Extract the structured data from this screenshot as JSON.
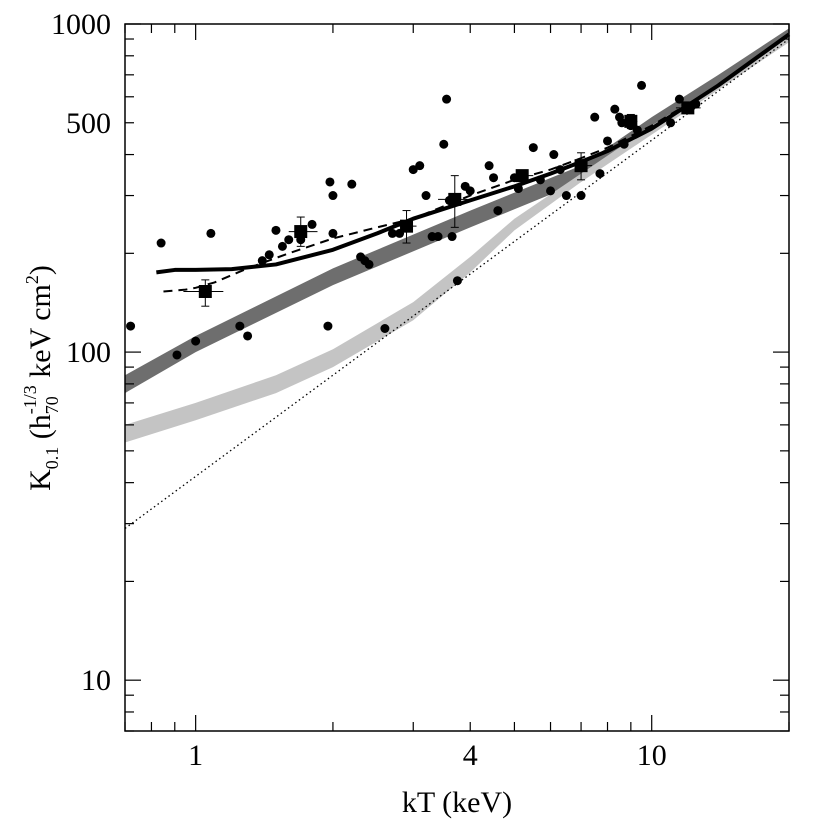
{
  "chart_data": {
    "type": "scatter",
    "xscale": "log",
    "yscale": "log",
    "xlim": [
      0.7,
      20
    ],
    "ylim": [
      7,
      1000
    ],
    "xlabel": "kT (keV)",
    "ylabel": {
      "main": "K",
      "sub": "0.1",
      "open": " (h",
      "h_sub": "70",
      "h_sup": "-1/3",
      "mid": " keV cm",
      "cm_sup": "2",
      "close": ")"
    },
    "x_ticks": [
      {
        "value": 1,
        "label": "1"
      },
      {
        "value": 4,
        "label": "4"
      },
      {
        "value": 10,
        "label": "10"
      }
    ],
    "y_ticks": [
      {
        "value": 10,
        "label": "10"
      },
      {
        "value": 100,
        "label": "100"
      },
      {
        "value": 500,
        "label": "500"
      },
      {
        "value": 1000,
        "label": "1000"
      }
    ],
    "series": [
      {
        "kind": "band",
        "color": "#6e6e6e",
        "x": [
          0.7,
          1,
          2,
          4,
          7,
          10,
          14,
          20
        ],
        "y_low": [
          75,
          100,
          160,
          240,
          330,
          470,
          640,
          900
        ],
        "y_high": [
          85,
          112,
          180,
          270,
          370,
          520,
          700,
          970
        ]
      },
      {
        "kind": "band",
        "color": "#c4c4c4",
        "x": [
          0.7,
          1,
          1.5,
          2,
          3,
          4,
          5,
          7,
          10,
          14,
          20
        ],
        "y_low": [
          53,
          62,
          75,
          90,
          125,
          175,
          235,
          330,
          460,
          630,
          880
        ],
        "y_high": [
          60,
          70,
          85,
          102,
          142,
          195,
          255,
          350,
          490,
          660,
          920
        ]
      },
      {
        "kind": "line",
        "style": "dotted",
        "color": "#000000",
        "x": [
          0.7,
          20
        ],
        "y": [
          29,
          900
        ]
      },
      {
        "kind": "line",
        "style": "solid",
        "color": "#000000",
        "x": [
          0.82,
          0.9,
          1,
          1.2,
          1.5,
          2,
          2.5,
          3,
          4,
          5,
          6,
          7,
          8,
          10,
          14,
          20
        ],
        "y": [
          175,
          178,
          178,
          179,
          185,
          205,
          230,
          255,
          290,
          320,
          350,
          380,
          410,
          480,
          650,
          930
        ]
      },
      {
        "kind": "line",
        "style": "dashed",
        "color": "#000000",
        "x": [
          0.85,
          0.95,
          1,
          1.1,
          1.3,
          1.6,
          2,
          2.5,
          3,
          4,
          5,
          6,
          7,
          8,
          10,
          12
        ],
        "y": [
          153,
          155,
          157,
          163,
          180,
          200,
          222,
          240,
          255,
          300,
          335,
          360,
          390,
          420,
          490,
          570
        ]
      },
      {
        "kind": "points",
        "marker": "circle",
        "color": "#000000",
        "x": [
          0.72,
          0.84,
          0.91,
          1.0,
          1.08,
          1.25,
          1.3,
          1.4,
          1.45,
          1.5,
          1.55,
          1.6,
          1.7,
          1.8,
          1.95,
          1.97,
          2.0,
          2.0,
          2.2,
          2.3,
          2.35,
          2.4,
          2.6,
          2.7,
          2.8,
          3.0,
          3.1,
          3.2,
          3.3,
          3.4,
          3.5,
          3.55,
          3.6,
          3.65,
          3.75,
          3.9,
          4.0,
          4.4,
          4.5,
          4.6,
          5.0,
          5.1,
          5.5,
          5.7,
          6.0,
          6.1,
          6.3,
          6.5,
          7.0,
          7.5,
          7.7,
          8.0,
          8.3,
          8.5,
          8.6,
          8.7,
          9.0,
          9.3,
          9.5,
          11.0,
          11.5,
          12.0,
          12.5
        ],
        "y": [
          120,
          215,
          98,
          108,
          230,
          120,
          112,
          190,
          198,
          235,
          210,
          220,
          220,
          245,
          120,
          330,
          300,
          230,
          325,
          195,
          190,
          185,
          118,
          230,
          230,
          360,
          370,
          300,
          225,
          225,
          430,
          590,
          290,
          225,
          165,
          320,
          310,
          370,
          340,
          270,
          340,
          315,
          420,
          335,
          310,
          400,
          360,
          300,
          300,
          520,
          350,
          440,
          550,
          520,
          500,
          430,
          490,
          475,
          650,
          500,
          590,
          560,
          570
        ]
      },
      {
        "kind": "points",
        "marker": "square",
        "color": "#000000",
        "x": [
          1.05,
          1.7,
          2.9,
          3.7,
          5.2,
          7.0,
          9.0,
          12.0
        ],
        "y": [
          153,
          233,
          242,
          292,
          345,
          370,
          505,
          555
        ],
        "y_low": [
          138,
          210,
          215,
          240,
          340,
          335,
          480,
          540
        ],
        "y_high": [
          166,
          258,
          270,
          345,
          355,
          405,
          530,
          570
        ],
        "x_low": [
          0.94,
          1.6,
          2.75,
          3.4,
          5.0,
          6.7,
          8.7,
          11.3
        ],
        "x_high": [
          1.15,
          1.85,
          3.05,
          3.95,
          5.5,
          7.4,
          9.3,
          12.8
        ]
      }
    ]
  }
}
